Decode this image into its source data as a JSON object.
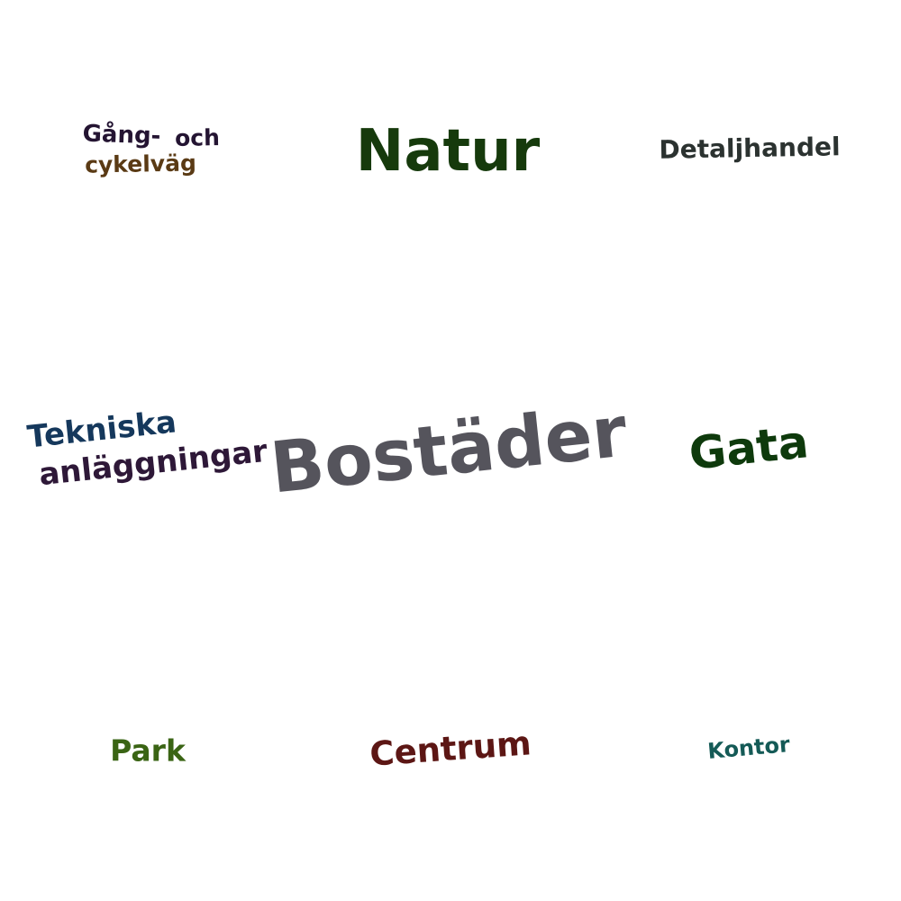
{
  "words": {
    "gang": {
      "text": "Gång-",
      "color": "#241432"
    },
    "och": {
      "text": "och",
      "color": "#241432"
    },
    "cykelvag": {
      "text": "cykelväg",
      "color": "#5a3a14"
    },
    "natur": {
      "text": "Natur",
      "color": "#163a0c"
    },
    "detaljhandel": {
      "text": "Detaljhandel",
      "color": "#2b3230"
    },
    "tekniska": {
      "text": "Tekniska",
      "color": "#15385c"
    },
    "anlaggningar": {
      "text": "anläggningar",
      "color": "#2e1838"
    },
    "bostader": {
      "text": "Bostäder",
      "color": "#55545c"
    },
    "gata": {
      "text": "Gata",
      "color": "#0e3a0c"
    },
    "park": {
      "text": "Park",
      "color": "#3a6414"
    },
    "centrum": {
      "text": "Centrum",
      "color": "#5c1614"
    },
    "kontor": {
      "text": "Kontor",
      "color": "#145a56"
    }
  }
}
